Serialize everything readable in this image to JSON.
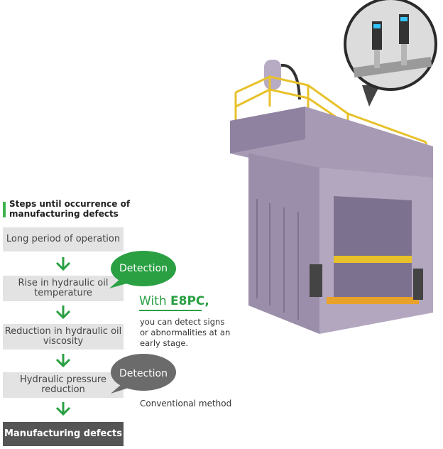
{
  "section_title": "Steps until occurrence of manufacturing defects",
  "steps": [
    "Long period of operation",
    "Rise in hydraulic oil temperature",
    "Reduction in hydraulic oil viscosity",
    "Hydraulic pressure reduction",
    "Manufacturing defects"
  ],
  "detection_bubbles": [
    "Detection",
    "Detection"
  ],
  "with_prefix": "With ",
  "with_product": "E8PC,",
  "detect_description": "you can detect signs or abnormalities at an early stage.",
  "conventional_label": "Conventional method",
  "colors": {
    "accent_green": "#2aa043",
    "step_gray": "#e3e3e3",
    "final_dark": "#555555",
    "bubble_gray": "#6b6b6b",
    "machine_purple": "#a79ab4"
  }
}
